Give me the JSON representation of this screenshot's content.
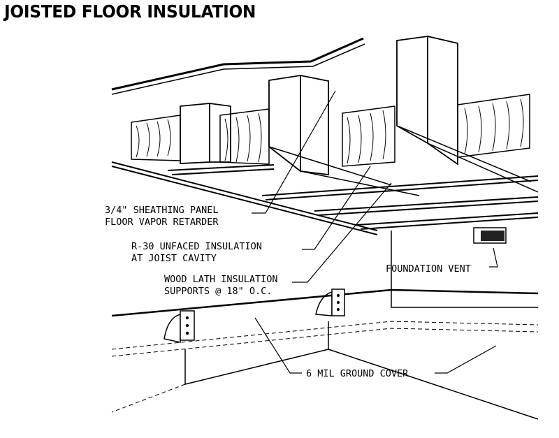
{
  "title": "JOISTED FLOOR INSULATION",
  "callouts": {
    "sheathing_line1": "3/4\" SHEATHING PANEL",
    "sheathing_line2": "FLOOR VAPOR RETARDER",
    "insulation_line1": "R-30 UNFACED INSULATION",
    "insulation_line2": "AT JOIST CAVITY",
    "lath_line1": "WOOD LATH INSULATION",
    "lath_line2": "SUPPORTS @ 18\" O.C.",
    "foundation_vent": "FOUNDATION VENT",
    "ground_cover": "6 MIL GROUND COVER"
  }
}
